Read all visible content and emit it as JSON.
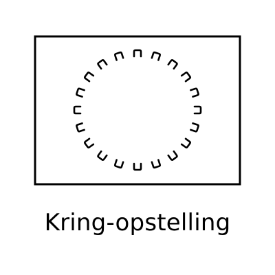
{
  "caption": "Kring-opstelling",
  "diagram": {
    "room_shape": "rectangle",
    "arrangement": "circle",
    "chair_count": 20,
    "chair_icon": "chair-icon",
    "color": "#000000",
    "background": "#ffffff"
  }
}
